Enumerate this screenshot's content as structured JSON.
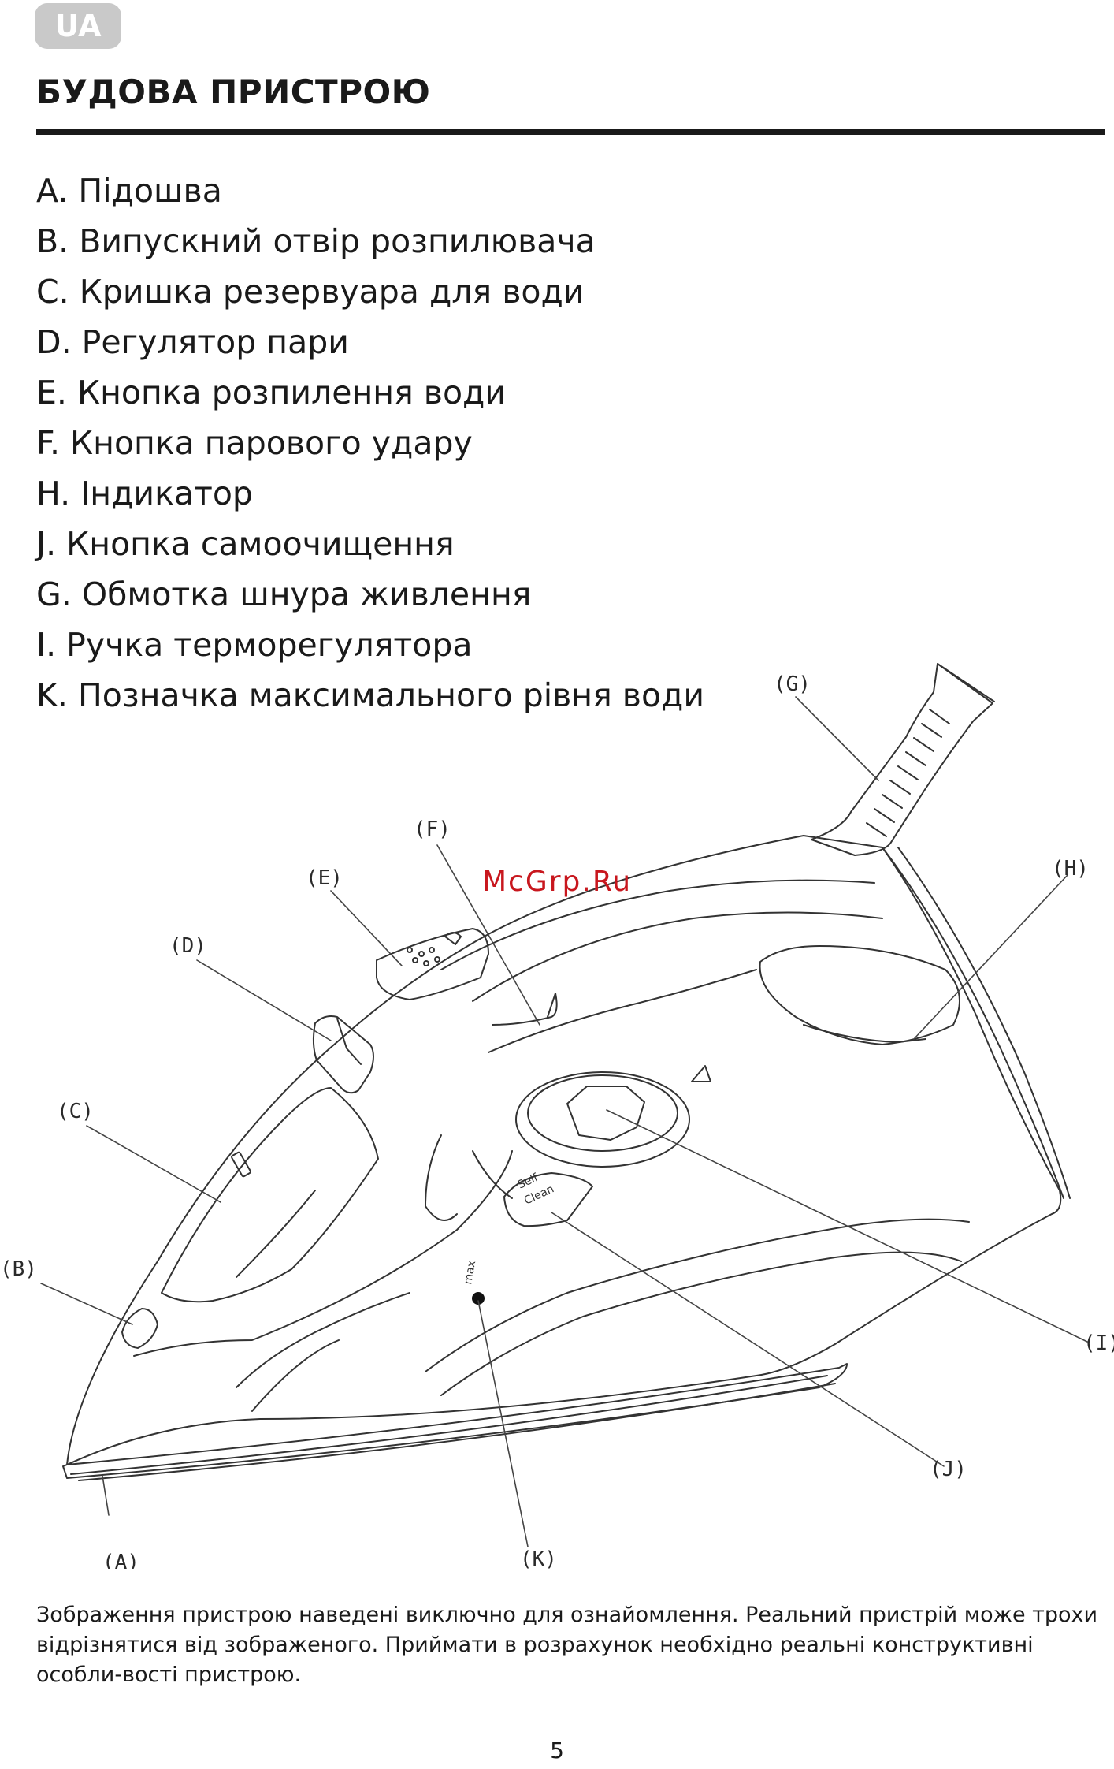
{
  "language_badge": "UA",
  "title": "БУДОВА ПРИСТРОЮ",
  "parts": [
    "A. Підошва",
    "B. Випускний отвір розпилювача",
    "C. Кришка резервуара для води",
    "D. Регулятор пари",
    "E. Кнопка розпилення води",
    "F. Кнопка парового удару",
    "H. Індикатор",
    "J. Кнопка самоочищення",
    "G. Обмотка шнура живлення",
    "I. Ручка терморегулятора",
    "K. Позначка максимального рівня води"
  ],
  "diagram": {
    "callouts": [
      "(A)",
      "(B)",
      "(C)",
      "(D)",
      "(E)",
      "(F)",
      "(G)",
      "(H)",
      "(I)",
      "(J)",
      "(K)"
    ],
    "button_text_line1": "Self",
    "button_text_line2": "Clean",
    "max_mark": "max",
    "watermark": "McGrp.Ru"
  },
  "disclaimer": "Зображення пристрою наведені виключно для ознайомлення. Реальний пристрій може трохи відрізнятися від зображеного. Приймати в розрахунок необхідно реальні конструктивні особли-вості пристрою.",
  "page_number": "5"
}
